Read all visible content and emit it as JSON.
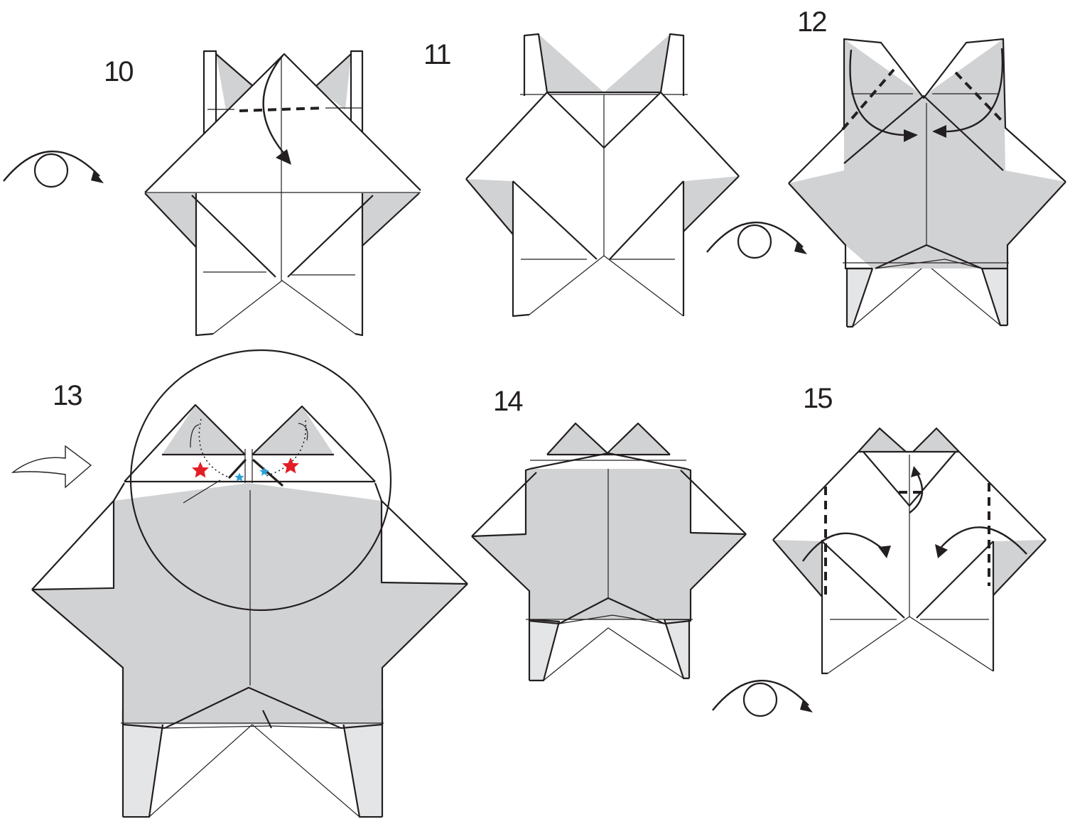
{
  "steps": [
    {
      "number": "10"
    },
    {
      "number": "11"
    },
    {
      "number": "12"
    },
    {
      "number": "13"
    },
    {
      "number": "14"
    },
    {
      "number": "15"
    }
  ],
  "colors": {
    "paper_white": "#ffffff",
    "paper_gray": "#d1d2d4",
    "line": "#231f20",
    "star_red": "#e31e24",
    "star_blue": "#2a9fd8"
  },
  "icons": [
    "turn-over-icon",
    "fold-arrow-icon",
    "zoom-circle-icon",
    "star-icon"
  ]
}
